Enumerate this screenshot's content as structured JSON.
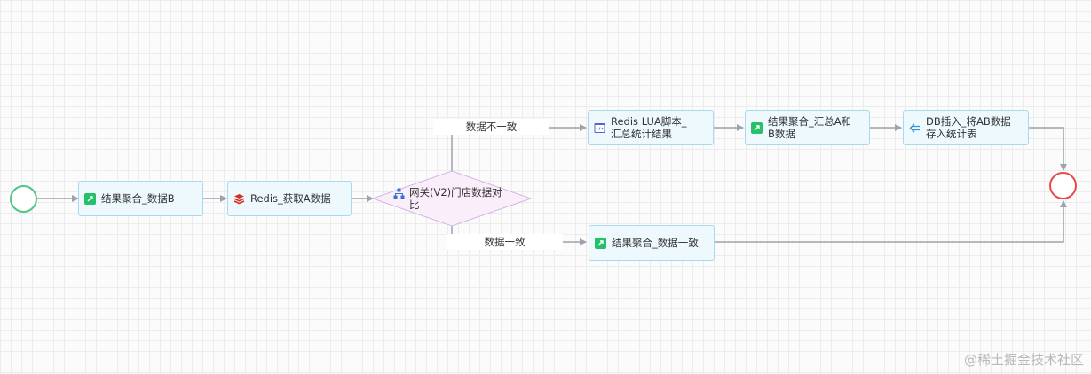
{
  "flow": {
    "start": {},
    "end": {},
    "nodes": {
      "agg_b": "结果聚合_数据B",
      "redis_a": "Redis_获取A数据",
      "gateway": "网关(V2)门店数据对比",
      "lua": "Redis LUA脚本_汇总统计结果",
      "agg_ab": "结果聚合_汇总A和B数据",
      "db_insert": "DB插入_将AB数据存入统计表",
      "agg_same": "结果聚合_数据一致"
    },
    "edge_labels": {
      "mismatch": "数据不一致",
      "match": "数据一致"
    }
  },
  "watermark": "@稀土掘金技术社区",
  "colors": {
    "start_border": "#52c483",
    "end_border": "#e8494f",
    "node_bg": "#eef9fd",
    "node_border": "#a9d9ee",
    "gateway_bg": "#fbeefb",
    "edge": "#9da3ad"
  },
  "icons": {
    "agg": "green-aggregate-icon",
    "redis": "redis-stack-icon",
    "gateway": "gateway-tree-icon",
    "lua": "script-icon",
    "db": "db-insert-icon"
  }
}
